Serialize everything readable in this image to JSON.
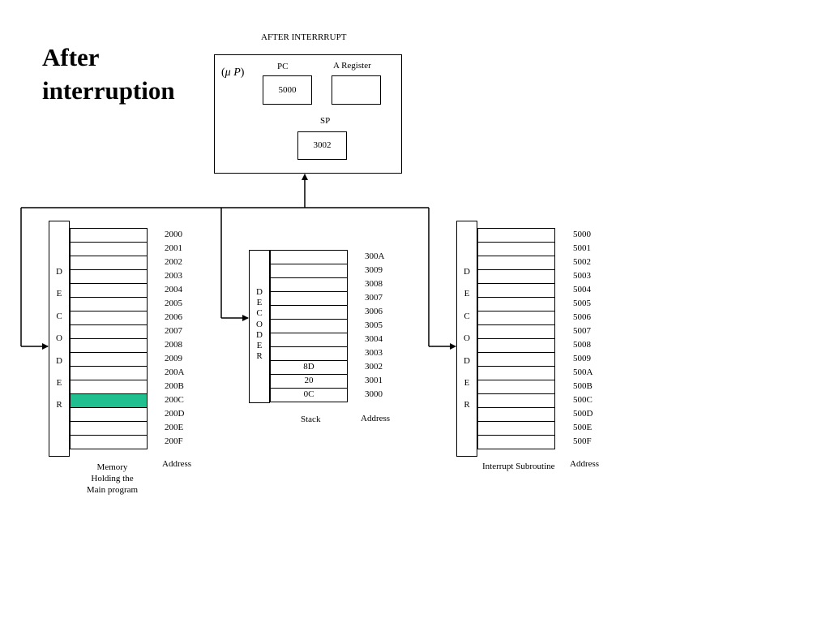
{
  "slide": {
    "title_line1": "After",
    "title_line2": "interruption",
    "header": "AFTER INTERRRUPT"
  },
  "cpu": {
    "label_open": "(",
    "label_mu": "μ",
    "label_p": " P",
    "label_close": ")",
    "pc_label": "PC",
    "pc_value": "5000",
    "areg_label": "A Register",
    "areg_value": "",
    "sp_label": "SP",
    "sp_value": "3002"
  },
  "main_memory": {
    "decoder_letters": [
      "D",
      "E",
      "C",
      "O",
      "D",
      "E",
      "R"
    ],
    "addresses": [
      "2000",
      "2001",
      "2002",
      "2003",
      "2004",
      "2005",
      "2006",
      "2007",
      "2008",
      "2009",
      "200A",
      "200B",
      "200C",
      "200D",
      "200E",
      "200F"
    ],
    "highlighted_address": "200C",
    "highlight_color": "#1fbf8f",
    "caption_line1": "Memory",
    "caption_line2": "Holding the",
    "caption_line3": "Main  program",
    "address_label": "Address"
  },
  "stack": {
    "decoder_letters": [
      "D",
      "E",
      "C",
      "O",
      "D",
      "E",
      "R"
    ],
    "addresses": [
      "300A",
      "3009",
      "3008",
      "3007",
      "3006",
      "3005",
      "3004",
      "3003",
      "3002",
      "3001",
      "3000"
    ],
    "cells": [
      "",
      "",
      "",
      "",
      "",
      "",
      "",
      "",
      "8D",
      "20",
      "0C"
    ],
    "caption": "Stack",
    "address_label": "Address"
  },
  "isr_memory": {
    "decoder_letters": [
      "D",
      "E",
      "C",
      "O",
      "D",
      "E",
      "R"
    ],
    "addresses": [
      "5000",
      "5001",
      "5002",
      "5003",
      "5004",
      "5005",
      "5006",
      "5007",
      "5008",
      "5009",
      "500A",
      "500B",
      "500C",
      "500D",
      "500E",
      "500F"
    ],
    "caption": "Interrupt Subroutine",
    "address_label": "Address"
  }
}
